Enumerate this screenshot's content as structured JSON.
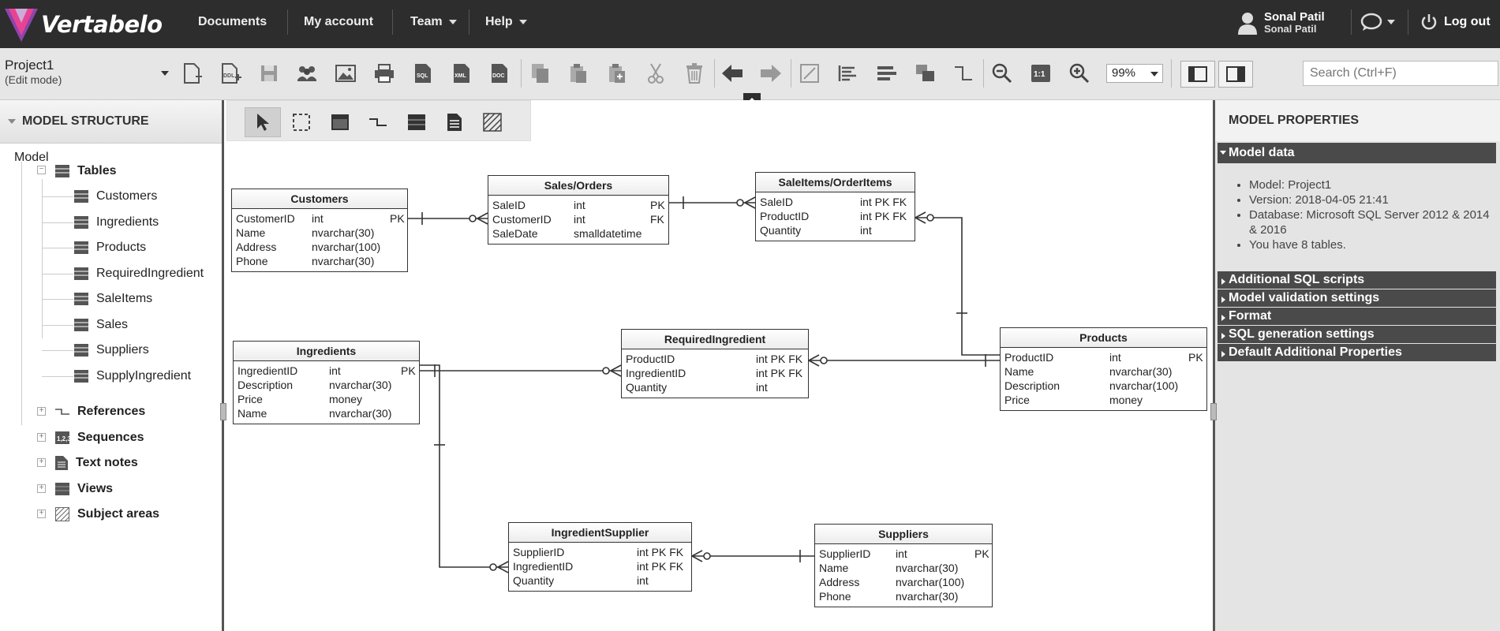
{
  "app": {
    "name": "Vertabelo"
  },
  "nav": {
    "documents": "Documents",
    "my_account": "My account",
    "team": "Team",
    "help": "Help",
    "log_out": "Log out"
  },
  "user": {
    "name": "Sonal Patil",
    "subname": "Sonal Patil"
  },
  "project": {
    "name": "Project1",
    "mode": "(Edit mode)"
  },
  "toolbar": {
    "icons": [
      "new-document-icon",
      "new-ddl-icon",
      "save-icon",
      "team-icon",
      "image-icon",
      "print-icon",
      "sql-icon",
      "xml-icon",
      "doc-icon",
      "copy-icon",
      "paste-icon",
      "duplicate-icon",
      "cut-icon",
      "delete-icon",
      "undo-icon",
      "redo-icon",
      "edit-icon",
      "align-left-icon",
      "align-distribute-icon",
      "bring-front-icon",
      "reference-icon",
      "zoom-out-icon",
      "zoom-reset-icon",
      "zoom-in-icon"
    ],
    "zoom_reset_label": "1:1",
    "zoom": "99%",
    "search_placeholder": "Search (Ctrl+F)"
  },
  "model_structure": {
    "title": "MODEL STRUCTURE",
    "root": "Model",
    "tables_label": "Tables",
    "tables": [
      "Customers",
      "Ingredients",
      "Products",
      "RequiredIngredient",
      "SaleItems",
      "Sales",
      "Suppliers",
      "SupplyIngredient"
    ],
    "groups": [
      "References",
      "Sequences",
      "Text notes",
      "Views",
      "Subject areas"
    ]
  },
  "entities": {
    "customers": {
      "title": "Customers",
      "rows": [
        {
          "name": "CustomerID",
          "type": "int",
          "key": "PK"
        },
        {
          "name": "Name",
          "type": "nvarchar(30)",
          "key": ""
        },
        {
          "name": "Address",
          "type": "nvarchar(100)",
          "key": ""
        },
        {
          "name": "Phone",
          "type": "nvarchar(30)",
          "key": ""
        }
      ]
    },
    "sales": {
      "title": "Sales/Orders",
      "rows": [
        {
          "name": "SaleID",
          "type": "int",
          "key": "PK"
        },
        {
          "name": "CustomerID",
          "type": "int",
          "key": "FK"
        },
        {
          "name": "SaleDate",
          "type": "smalldatetime",
          "key": ""
        }
      ]
    },
    "saleitems": {
      "title": "SaleItems/OrderItems",
      "rows": [
        {
          "name": "SaleID",
          "type": "int PK FK",
          "key": ""
        },
        {
          "name": "ProductID",
          "type": "int PK FK",
          "key": ""
        },
        {
          "name": "Quantity",
          "type": "int",
          "key": ""
        }
      ]
    },
    "ingredients": {
      "title": "Ingredients",
      "rows": [
        {
          "name": "IngredientID",
          "type": "int",
          "key": "PK"
        },
        {
          "name": "Description",
          "type": "nvarchar(30)",
          "key": ""
        },
        {
          "name": "Price",
          "type": "money",
          "key": ""
        },
        {
          "name": "Name",
          "type": "nvarchar(30)",
          "key": ""
        }
      ]
    },
    "required": {
      "title": "RequiredIngredient",
      "rows": [
        {
          "name": "ProductID",
          "type": "int PK FK",
          "key": ""
        },
        {
          "name": "IngredientID",
          "type": "int PK FK",
          "key": ""
        },
        {
          "name": "Quantity",
          "type": "int",
          "key": ""
        }
      ]
    },
    "products": {
      "title": "Products",
      "rows": [
        {
          "name": "ProductID",
          "type": "int",
          "key": "PK"
        },
        {
          "name": "Name",
          "type": "nvarchar(30)",
          "key": ""
        },
        {
          "name": "Description",
          "type": "nvarchar(100)",
          "key": ""
        },
        {
          "name": "Price",
          "type": "money",
          "key": ""
        }
      ]
    },
    "ingsupplier": {
      "title": "IngredientSupplier",
      "rows": [
        {
          "name": "SupplierID",
          "type": "int PK FK",
          "key": ""
        },
        {
          "name": "IngredientID",
          "type": "int PK FK",
          "key": ""
        },
        {
          "name": "Quantity",
          "type": "int",
          "key": ""
        }
      ]
    },
    "suppliers": {
      "title": "Suppliers",
      "rows": [
        {
          "name": "SupplierID",
          "type": "int",
          "key": "PK"
        },
        {
          "name": "Name",
          "type": "nvarchar(30)",
          "key": ""
        },
        {
          "name": "Address",
          "type": "nvarchar(100)",
          "key": ""
        },
        {
          "name": "Phone",
          "type": "nvarchar(30)",
          "key": ""
        }
      ]
    }
  },
  "model_properties": {
    "title": "MODEL PROPERTIES",
    "model_data_title": "Model data",
    "model_data": [
      "Model: Project1",
      "Version: 2018-04-05 21:41",
      "Database: Microsoft SQL Server 2012 & 2014 & 2016",
      "You have 8 tables."
    ],
    "sections": [
      "Additional SQL scripts",
      "Model validation settings",
      "Format",
      "SQL generation settings",
      "Default Additional Properties"
    ]
  },
  "colors": {
    "topbar": "#2d2d2d",
    "section": "#4a4a4a",
    "logo_purple": "#7a3fa0",
    "logo_pink": "#d63384"
  }
}
